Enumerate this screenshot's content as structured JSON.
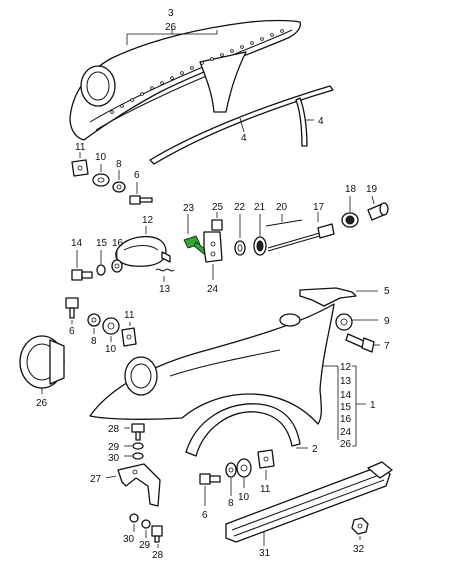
{
  "callouts": {
    "l3": "3",
    "l26a": "26",
    "l4a": "4",
    "l4b": "4",
    "l11a": "11",
    "l10a": "10",
    "l8a": "8",
    "l6a": "6",
    "l12a": "12",
    "l23": "23",
    "l25": "25",
    "l22": "22",
    "l21": "21",
    "l20": "20",
    "l17": "17",
    "l18": "18",
    "l19": "19",
    "l14a": "14",
    "l15": "15",
    "l16a": "16",
    "l13a": "13",
    "l24a": "24",
    "l5": "5",
    "l9": "9",
    "l7": "7",
    "l6b": "6",
    "l8b": "8",
    "l10b": "10",
    "l11b": "11",
    "l26b": "26",
    "l12b": "12",
    "l13b": "13",
    "l14b": "14",
    "l15b": "15",
    "l16b": "16",
    "l24b": "24",
    "l26c": "26",
    "l1": "1",
    "l2": "2",
    "l28a": "28",
    "l29a": "29",
    "l30a": "30",
    "l27": "27",
    "l30b": "30",
    "l29b": "29",
    "l28b": "28",
    "l6c": "6",
    "l8c": "8",
    "l10c": "10",
    "l11c": "11",
    "l31": "31",
    "l32": "32"
  },
  "colors": {
    "line": "#111111",
    "background": "#ffffff",
    "accent": "#2fa82f"
  }
}
